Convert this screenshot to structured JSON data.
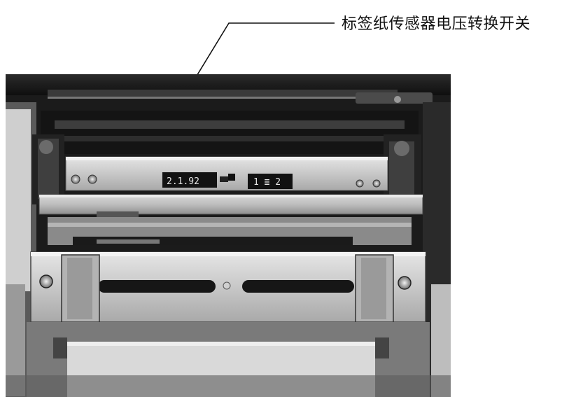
{
  "annotation": {
    "label": "标签纸传感器电压转换开关"
  },
  "photo": {
    "subject": "printer-print-head-assembly",
    "panel_readout": "2.1.92",
    "switch_marking": "1 ≣ 2"
  }
}
